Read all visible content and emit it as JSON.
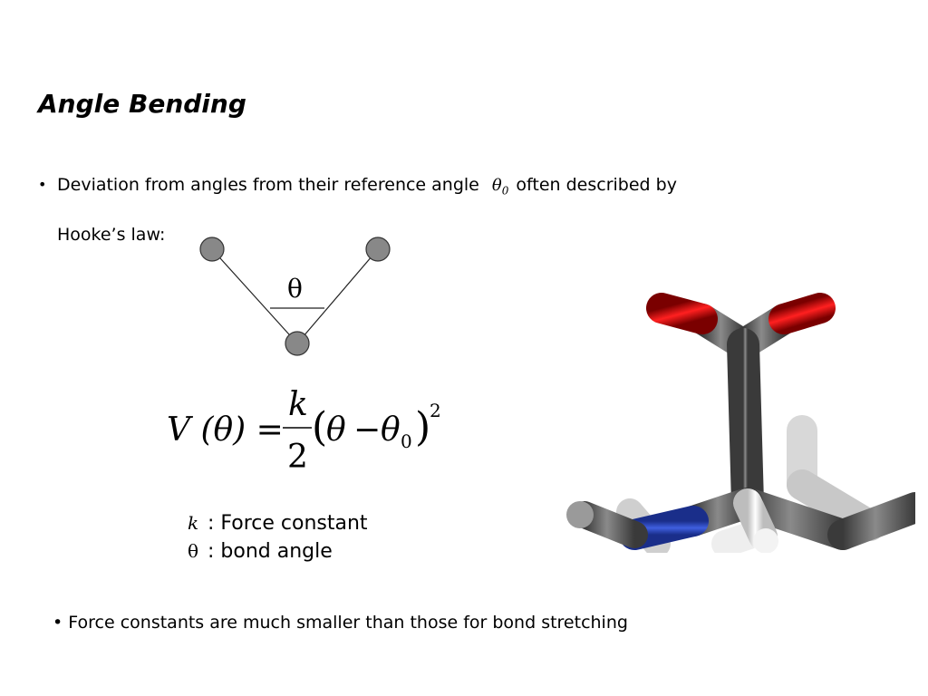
{
  "slide": {
    "title": "Angle Bending",
    "bullet1": {
      "marker": "•",
      "text_before": "Deviation from angles from their reference angle",
      "theta_symbol": "θ",
      "theta_subscript": "0",
      "text_after": "often described by",
      "line2": "Hooke’s law:"
    },
    "diagram": {
      "angle_label": "θ"
    },
    "equation": {
      "lhs": "V (θ) =",
      "numerator": "k",
      "denominator": "2",
      "paren_open": "(",
      "theta": "θ",
      "minus": "−",
      "theta0": "θ",
      "theta0_sub": "0",
      "paren_close": ")",
      "exponent": "2"
    },
    "definitions": [
      {
        "symbol": "k",
        "text": ": Force constant"
      },
      {
        "symbol": "θ",
        "text": ": bond angle"
      }
    ],
    "bullet2": {
      "marker": "•",
      "text": "Force constants are much smaller than those for bond stretching"
    },
    "colors": {
      "atom_gray": "#888888",
      "oxygen_red": "#d01010",
      "nitrogen_blue": "#2040c0",
      "carbon_gray": "#555555",
      "hydrogen_white": "#e8e8e8"
    }
  }
}
